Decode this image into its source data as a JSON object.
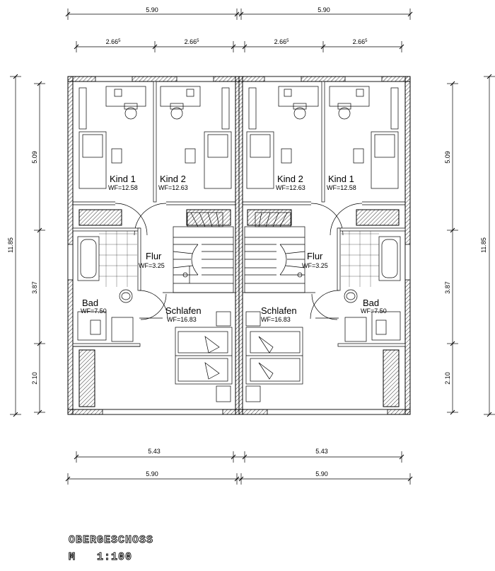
{
  "dimensions": {
    "top_total": [
      "5.90",
      "5.90"
    ],
    "top_detail": [
      "2.66",
      "2.66",
      "2.66",
      "2.66"
    ],
    "top_detail_sup": "5",
    "bottom_inner": [
      "5.43",
      "5.43"
    ],
    "bottom_total": [
      "5.90",
      "5.90"
    ],
    "side_total": "11.85",
    "side_segments": [
      "5.09",
      "3.87",
      "2.10"
    ]
  },
  "rooms": {
    "kind1_left": {
      "name": "Kind 1",
      "area": "WF=12.58"
    },
    "kind2_left": {
      "name": "Kind 2",
      "area": "WF=12.63"
    },
    "kind2_right": {
      "name": "Kind 2",
      "area": "WF=12.63"
    },
    "kind1_right": {
      "name": "Kind 1",
      "area": "WF=12.58"
    },
    "flur_left": {
      "name": "Flur",
      "area": "WF=3.25"
    },
    "flur_right": {
      "name": "Flur",
      "area": "WF=3.25"
    },
    "schlafen_left": {
      "name": "Schlafen",
      "area": "WF=16.83"
    },
    "schlafen_right": {
      "name": "Schlafen",
      "area": "WF=16.83"
    },
    "bad_left": {
      "name": "Bad",
      "area": "WF=7.50"
    },
    "bad_right": {
      "name": "Bad",
      "area": "WF=7.50"
    }
  },
  "title": {
    "floor": "OBERGESCHOSS",
    "scale": "M   1:100"
  }
}
